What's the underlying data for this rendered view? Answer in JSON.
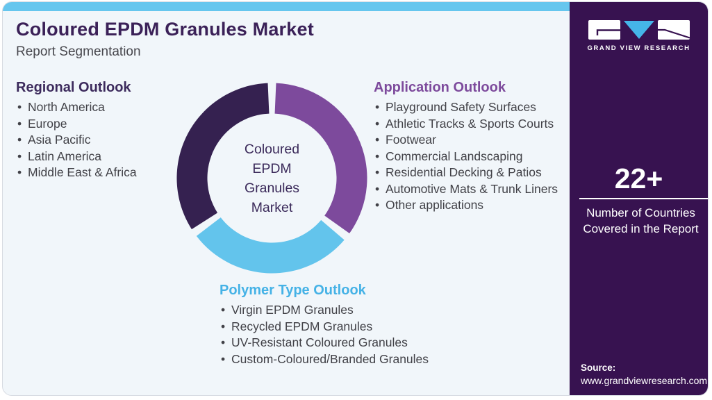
{
  "header": {
    "title": "Coloured EPDM Granules Market",
    "subtitle": "Report Segmentation"
  },
  "sections": {
    "regional": {
      "heading": "Regional Outlook",
      "items": [
        "North America",
        "Europe",
        "Asia Pacific",
        "Latin America",
        "Middle East & Africa"
      ]
    },
    "application": {
      "heading": "Application Outlook",
      "items": [
        "Playground Safety Surfaces",
        "Athletic Tracks & Sports Courts",
        "Footwear",
        "Commercial Landscaping",
        "Residential Decking & Patios",
        "Automotive Mats & Trunk Liners",
        "Other applications"
      ]
    },
    "polymer": {
      "heading": "Polymer Type Outlook",
      "items": [
        "Virgin EPDM Granules",
        "Recycled EPDM Granules",
        "UV-Resistant Coloured Granules",
        "Custom-Coloured/Branded Granules"
      ]
    }
  },
  "donut": {
    "center_label": "Coloured EPDM Granules Market",
    "segments": [
      {
        "name": "application",
        "color": "#7d4a9c",
        "start": 2.5,
        "end": 125.5
      },
      {
        "name": "polymer",
        "color": "#63c4ec",
        "start": 130.5,
        "end": 232.5
      },
      {
        "name": "regional",
        "color": "#352150",
        "start": 237.5,
        "end": 357.5
      }
    ]
  },
  "sidebar": {
    "brand_name": "GRAND VIEW RESEARCH",
    "stat_value": "22+",
    "stat_label": "Number of Countries Covered in the Report",
    "source_label": "Source:",
    "source_url": "www.grandviewresearch.com"
  },
  "colors": {
    "accent_bar": "#66c6ee",
    "sidebar_bg": "#371250",
    "title": "#3b2158",
    "regional_heading": "#3c2a5c",
    "application_heading": "#7d4a9c",
    "polymer_heading": "#45b2e6",
    "donut_dark": "#352150",
    "donut_purple": "#7d4a9c",
    "donut_blue": "#63c4ec",
    "body_text": "#414147"
  }
}
